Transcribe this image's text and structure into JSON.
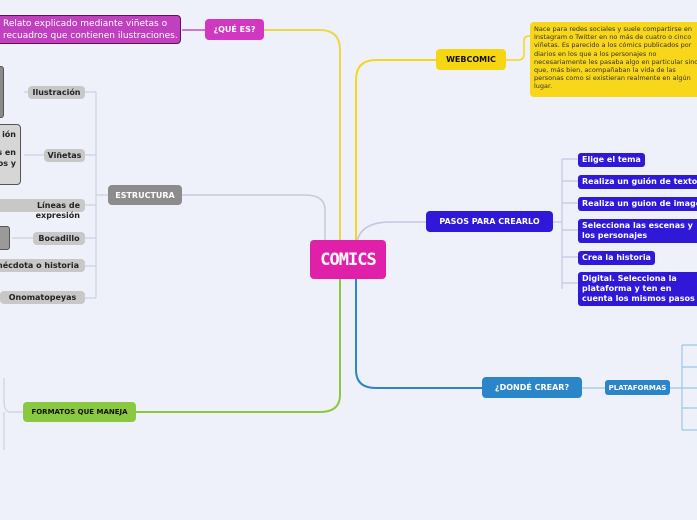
{
  "center": {
    "title": "COMICS",
    "color": "#e020a8"
  },
  "que_es": {
    "label": "¿QUÉ ES?",
    "definition_line1": "Relato explicado mediante viñetas o",
    "definition_line2": "recuadros que contienen ilustraciones."
  },
  "webcomic": {
    "label": "WEBCOMIC",
    "note": "Nace para redes sociales y suele compartirse en Instagram o Twitter en no más de cuatro o cinco viñetas. Es parecido a los cómics publicados por diarios en los que a los personajes no necesariamente les pasaba algo en particular sino que, más bien, acompañaban la vida de las personas como si existieran realmente en algún lugar."
  },
  "pasos": {
    "label": "PASOS PARA CREARLO",
    "steps": [
      "Elige el tema",
      "Realiza un guión de texto",
      "Realiza un guion de imagen",
      "Selecciona las escenas y los personajes",
      "Crea la historia",
      "Digital. Selecciona la plataforma y ten en cuenta los mismos pasos"
    ]
  },
  "donde": {
    "label": "¿DONDÉ CREAR?",
    "plataformas": "PLATAFORMAS"
  },
  "estructura": {
    "label": "ESTRUCTURA",
    "items": [
      "Ilustración",
      "Viñetas",
      "Líneas de expresión",
      "Bocadillo",
      "Anécdota o historia",
      "Onomatopeyas"
    ],
    "vinetas_detail_1": "ión",
    "vinetas_detail_2": "s en",
    "vinetas_detail_3": "os y"
  },
  "formatos": {
    "label": "FORMATOS QUE MANEJA"
  }
}
